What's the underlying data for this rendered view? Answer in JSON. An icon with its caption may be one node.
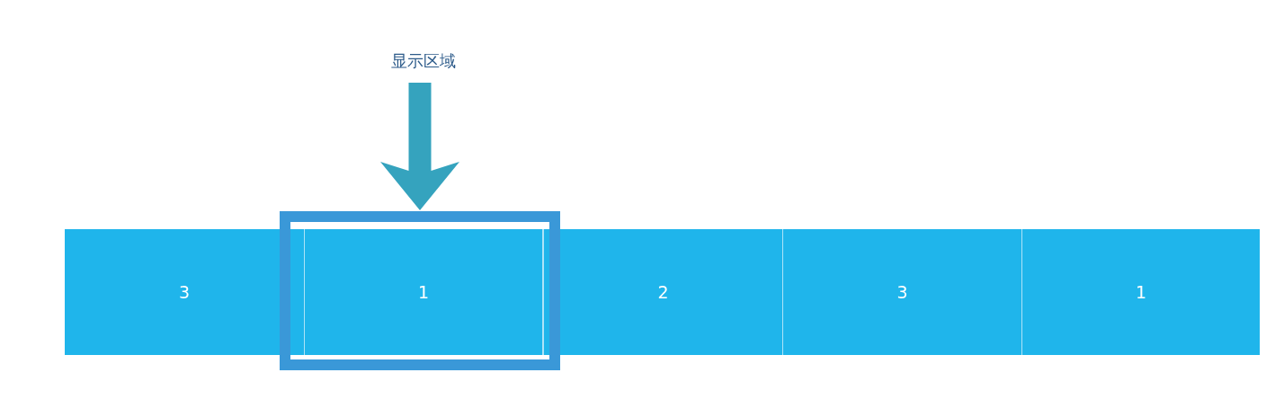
{
  "diagram": {
    "nodes": [
      {
        "text": [
          "显示区域"
        ]
      },
      {
        "text": [
          "3"
        ]
      },
      {
        "text": [],
        "shape": "box"
      },
      {
        "text": [
          "1"
        ],
        "in": 2
      },
      {
        "text": [
          "2"
        ]
      },
      {
        "text": [
          "3"
        ]
      },
      {
        "text": [
          "1"
        ]
      }
    ],
    "edges": [
      {
        "from": 0,
        "to": 2,
        "arrow": "to"
      }
    ]
  }
}
